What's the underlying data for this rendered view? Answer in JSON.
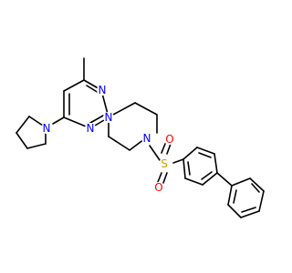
{
  "molecule": {
    "atom_labels": {
      "n_pyrimidine_top": "N",
      "n_pyrimidine_bottom": "N",
      "n_pyrrolidine": "N",
      "n_piperazine_left": "N",
      "n_piperazine_right": "N",
      "sulfur": "S",
      "oxygen_top": "O",
      "oxygen_bottom": "O"
    },
    "colors": {
      "bond": "#000000",
      "nitrogen": "#0000ff",
      "sulfur": "#c8a000",
      "oxygen": "#ff0000"
    }
  }
}
